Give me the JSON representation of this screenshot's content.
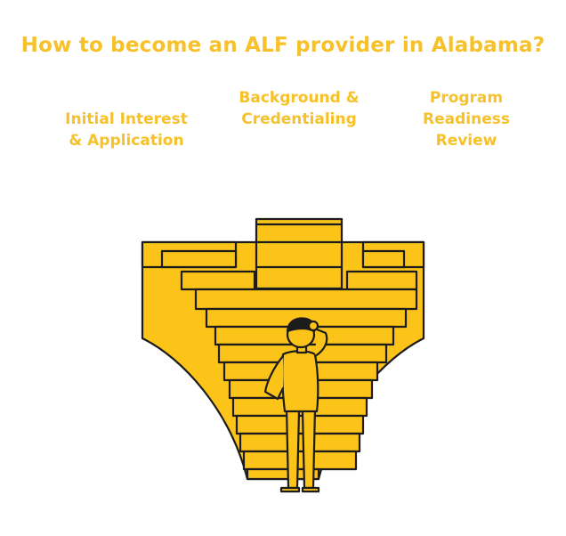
{
  "title": "How to become an ALF provider in Alabama?",
  "steps": [
    {
      "label_lines": [
        "Initial Interest",
        "& Application"
      ]
    },
    {
      "label_lines": [
        "Background &",
        "Credentialing"
      ]
    },
    {
      "label_lines": [
        "Program",
        "Readiness",
        "Review"
      ]
    }
  ],
  "colors": {
    "accent": "#f7c12a",
    "fill": "#fcc419",
    "stroke": "#1c1c1c"
  }
}
